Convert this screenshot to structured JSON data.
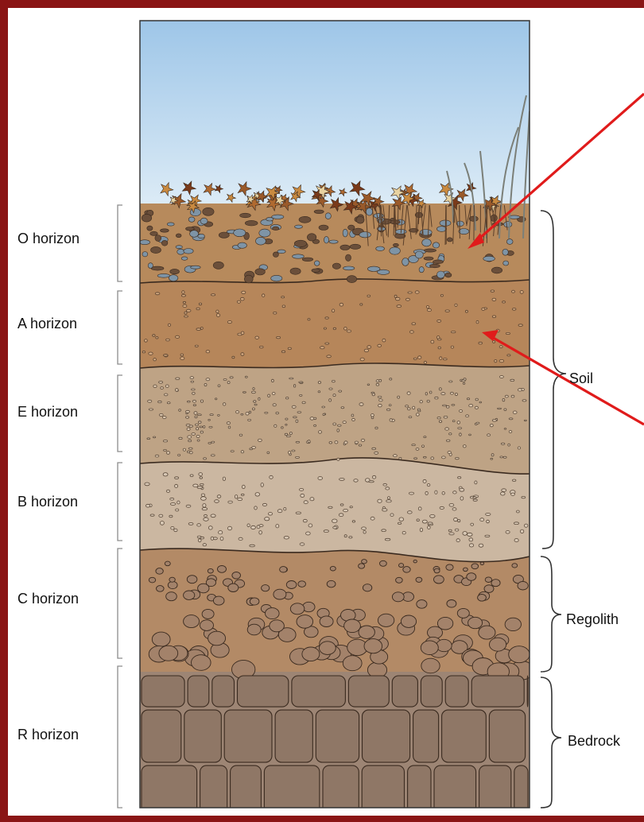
{
  "horizons": [
    {
      "label": "O horizon"
    },
    {
      "label": "A horizon"
    },
    {
      "label": "E horizon"
    },
    {
      "label": "B horizon"
    },
    {
      "label": "C horizon"
    },
    {
      "label": "R horizon"
    }
  ],
  "groups": {
    "soil": "Soil",
    "regolith": "Regolith",
    "bedrock": "Bedrock"
  },
  "colors": {
    "frame": "#8a1515",
    "sky": "#c3dcf1",
    "o_horizon": "#b78a5c",
    "a_horizon": "#b6865a",
    "e_horizon": "#bea385",
    "b_horizon": "#cbb7a1",
    "c_horizon": "#b38a66",
    "r_horizon": "#9d8574",
    "arrow": "#e01b1b"
  }
}
